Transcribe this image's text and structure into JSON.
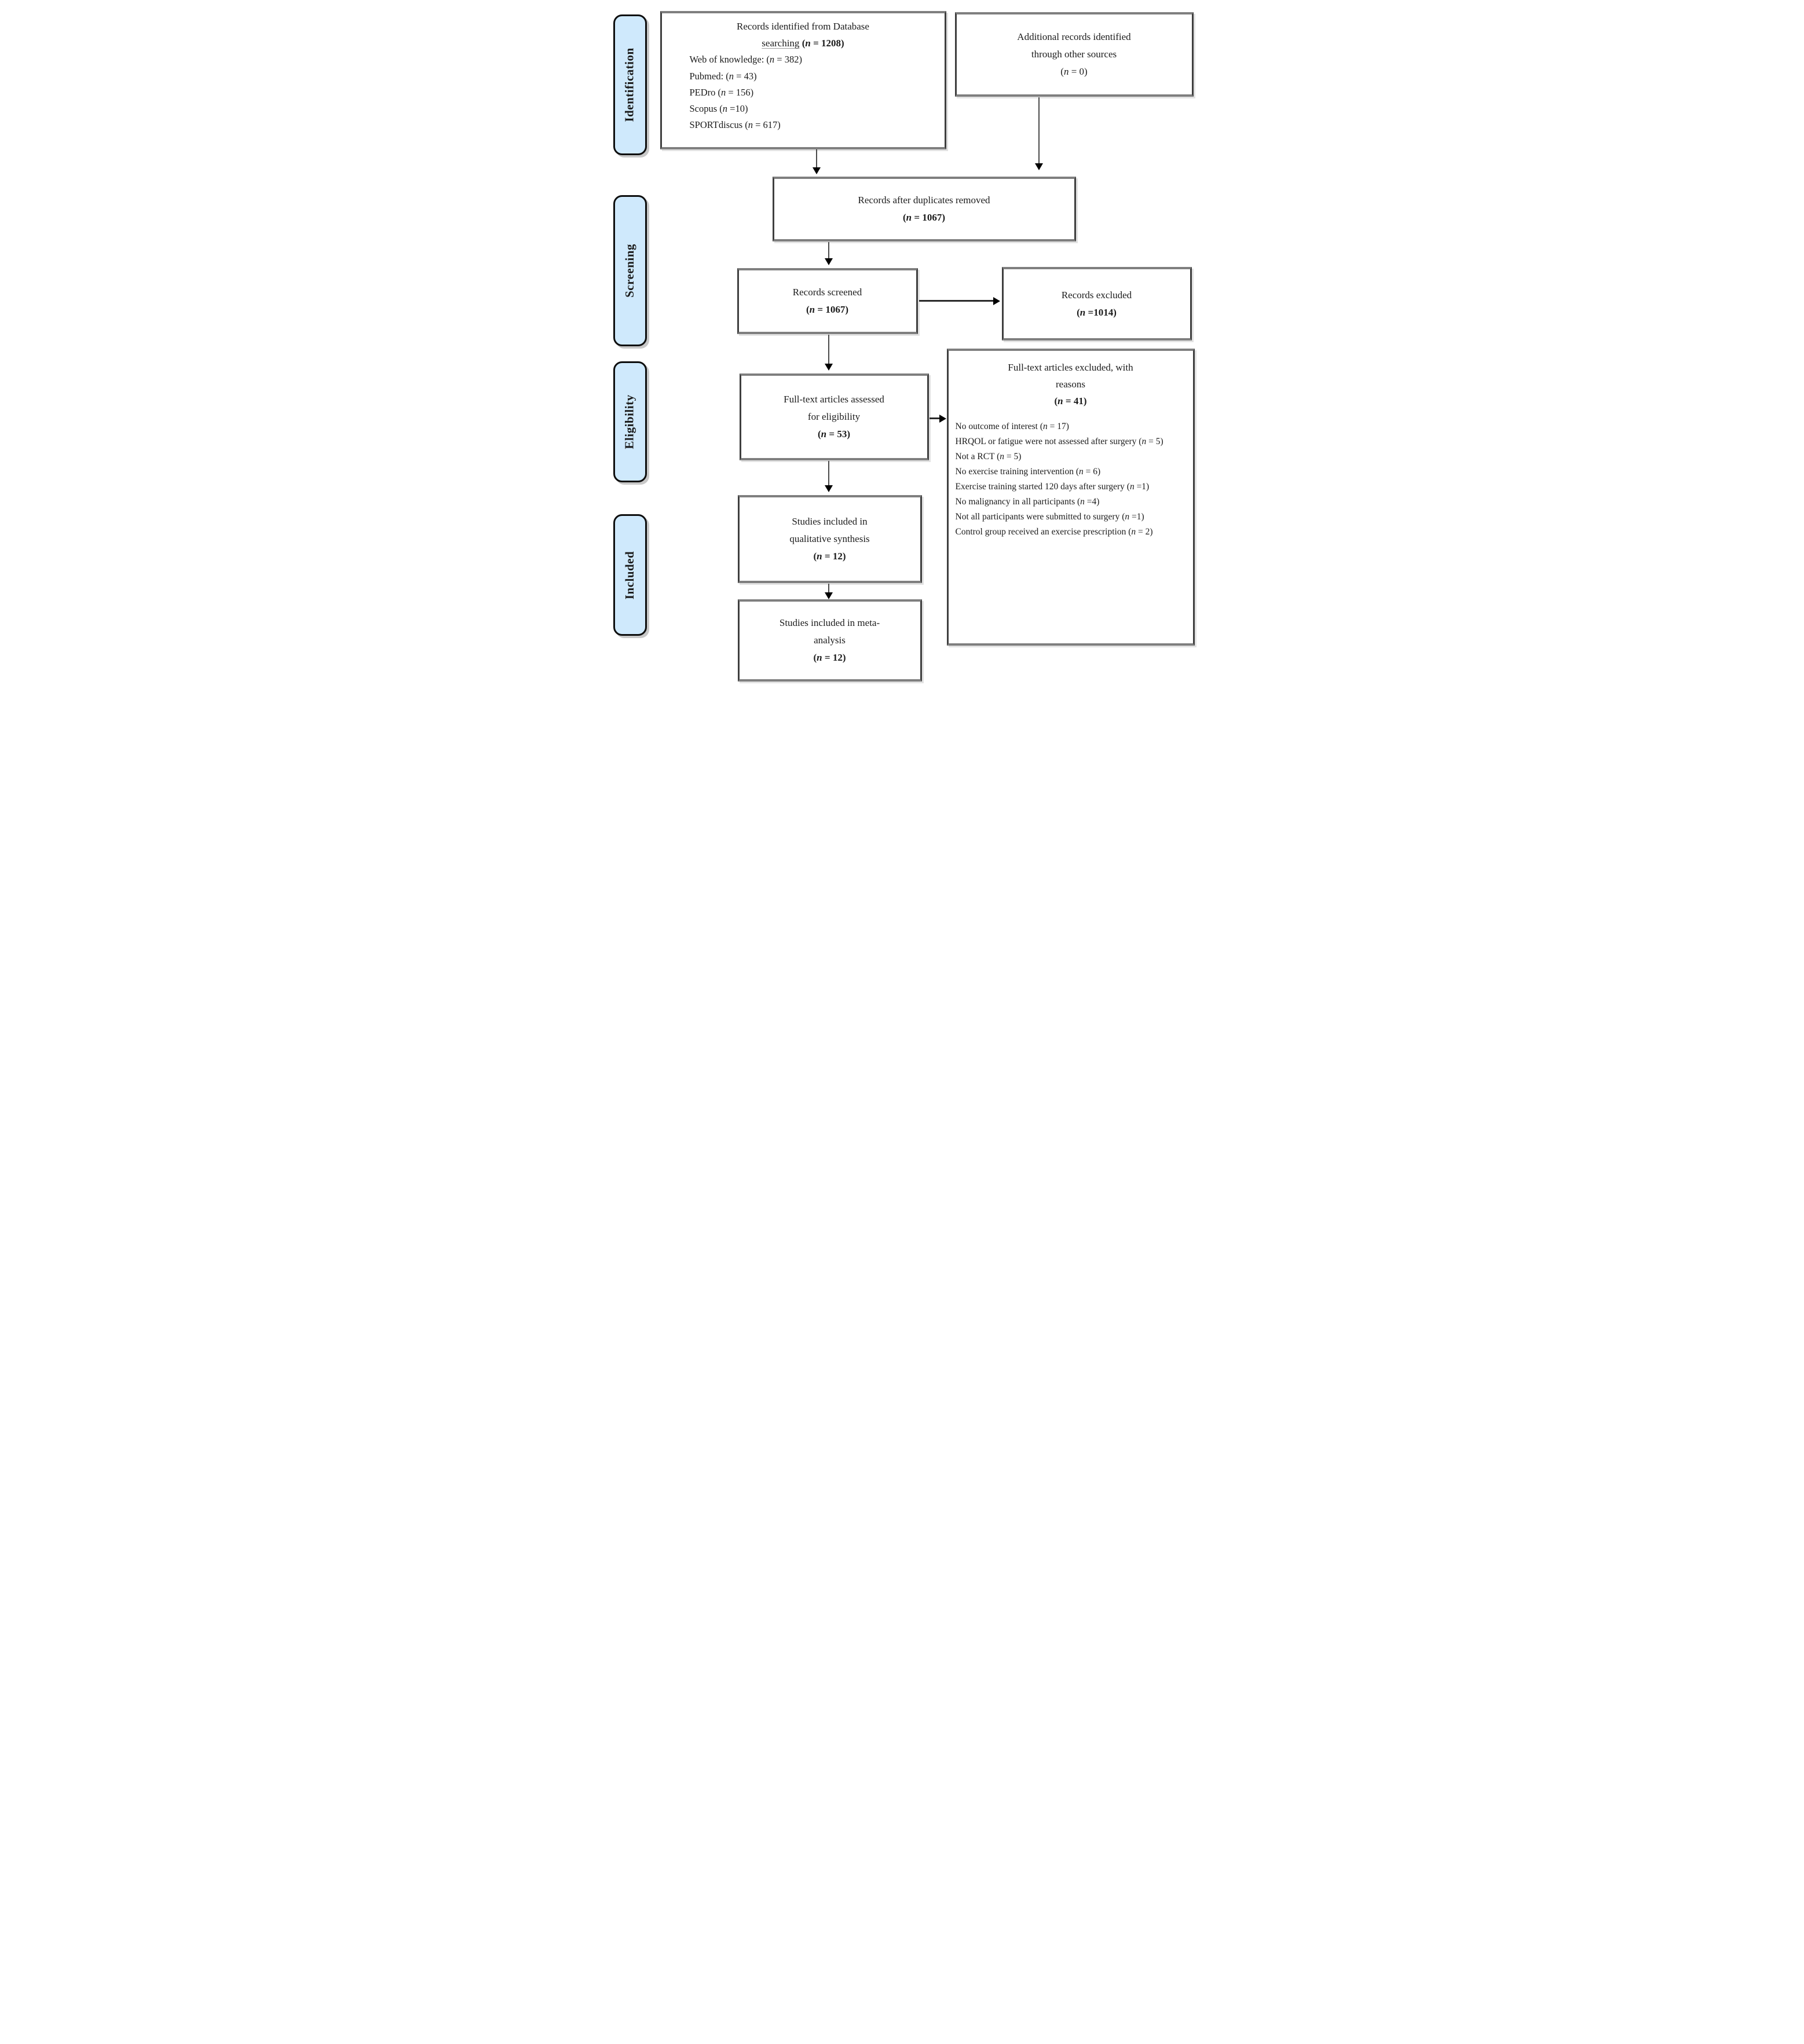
{
  "stages": {
    "identification": "Identification",
    "screening": "Screening",
    "eligibility": "Eligibility",
    "included": "Included"
  },
  "boxes": {
    "identified": {
      "line1": "Records identified from Database",
      "line2_word": "searching",
      "line2_pre": " (",
      "line2_n": "n",
      "line2_post": " = 1208)",
      "items": [
        {
          "pre": "Web of knowledge: (",
          "n": "n",
          "post": " = 382)"
        },
        {
          "pre": "Pubmed: (",
          "n": "n",
          "post": " = 43)"
        },
        {
          "pre": "PEDro (",
          "n": "n",
          "post": " = 156)"
        },
        {
          "pre": "Scopus (",
          "n": "n",
          "post": " =10)"
        },
        {
          "pre": "SPORTdiscus (",
          "n": "n",
          "post": " = 617)"
        }
      ]
    },
    "additional": {
      "line1": "Additional records identified",
      "line2": "through other sources",
      "n_pre": "(",
      "n": "n",
      "n_post": " = 0)"
    },
    "duplicates": {
      "line1": "Records after duplicates removed",
      "n_pre": "(",
      "n": "n",
      "n_post": " = 1067)"
    },
    "screened": {
      "line1": "Records screened",
      "n_pre": "(",
      "n": "n",
      "n_post": " = 1067)"
    },
    "excluded": {
      "line1": "Records excluded",
      "n_pre": "(",
      "n": "n",
      "n_post": " =1014)"
    },
    "fulltext": {
      "line1": "Full-text articles assessed",
      "line2": "for eligibility",
      "n_pre": "(",
      "n": "n",
      "n_post": " = 53)"
    },
    "fulltext_excluded": {
      "line1": "Full-text articles excluded, with",
      "line2": "reasons",
      "n_pre": "(",
      "n": "n",
      "n_post": " = 41)",
      "reasons": [
        {
          "pre": "No outcome of interest (",
          "n": "n",
          "post": " = 17)"
        },
        {
          "pre": "HRQOL or fatigue were not assessed after surgery (",
          "n": "n",
          "post": " = 5)"
        },
        {
          "pre": "Not a RCT (",
          "n": "n",
          "post": " = 5)"
        },
        {
          "pre": "No exercise training intervention (",
          "n": "n",
          "post": " = 6)"
        },
        {
          "pre": "Exercise training started 120 days after surgery (",
          "n": "n",
          "post": " =1)"
        },
        {
          "pre": "No malignancy in all participants (",
          "n": "n",
          "post": " =4)"
        },
        {
          "pre": "Not all participants were submitted to surgery (",
          "n": "n",
          "post": " =1)"
        },
        {
          "pre": "Control group received an exercise prescription (",
          "n": "n",
          "post": " = 2)"
        }
      ]
    },
    "qualitative": {
      "line1": "Studies included in",
      "line2": "qualitative synthesis",
      "n_pre": "(",
      "n": "n",
      "n_post": " = 12)"
    },
    "meta": {
      "line1": "Studies included in meta-",
      "line2": "analysis",
      "n_pre": "(",
      "n": "n",
      "n_post": " = 12)"
    }
  },
  "colors": {
    "stage_fill": "#cfe9fc",
    "stage_border": "#0e0e0e",
    "box_border_horizontal": "#7f7f7f",
    "box_border_vertical": "#3f3f3f",
    "arrow": "#000000",
    "text": "#1b1b1b"
  }
}
